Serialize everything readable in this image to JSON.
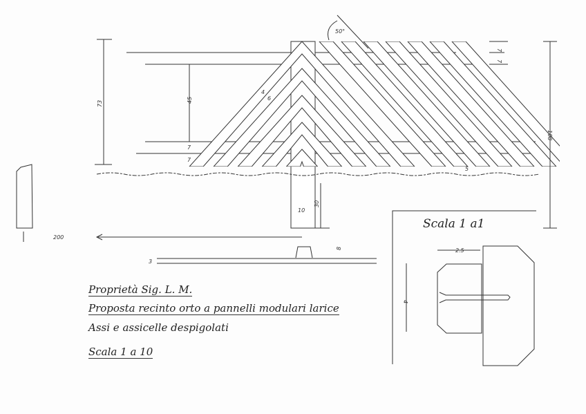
{
  "title_block": {
    "line1": "Proprietà Sig. L. M.",
    "line2": "Proposta recinto orto a pannelli modulari larice",
    "line3": "Assi e assicelle despigolati",
    "scale": "Scala 1 a 10"
  },
  "dimensions": {
    "angle": "50°",
    "total_height_left": "73",
    "inner_height": "45",
    "rail_lower_1": "7",
    "rail_lower_2": "7",
    "slat_thickness": "4",
    "slat_width": "6",
    "rail_upper_1": "7",
    "rail_upper_2": "7",
    "total_height_right": "108",
    "ground_gap": "5",
    "post_width": "10",
    "post_buried": "30",
    "panel_length": "200",
    "rail_depth": "8",
    "slat_depth": "3"
  },
  "detail": {
    "scale": "Scala 1 a1",
    "width": "2.5",
    "height": "4"
  }
}
